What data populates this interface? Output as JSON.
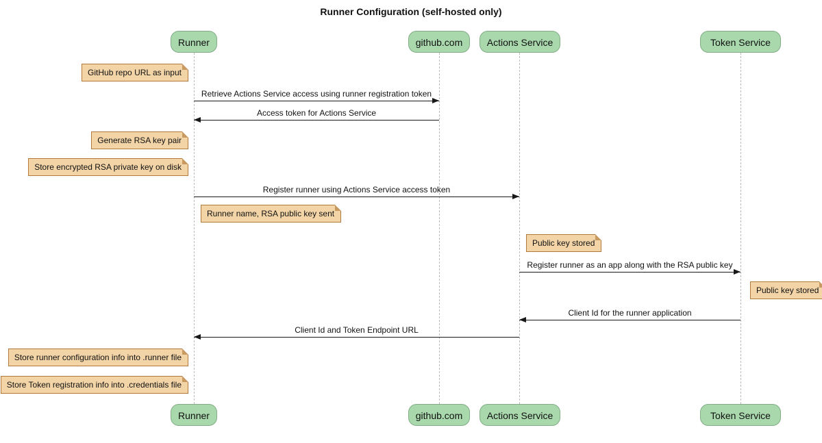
{
  "title": "Runner Configuration (self-hosted only)",
  "colors": {
    "participant_fill": "#A9D8AD",
    "participant_border": "#82AC86",
    "note_fill": "#F2D4A7",
    "note_border": "#B0793E",
    "note_fold": "#C89A62",
    "lifeline": "#BBBBBB",
    "arrow": "#181818",
    "text": "#111111"
  },
  "participants": [
    {
      "label": "Runner"
    },
    {
      "label": "github.com"
    },
    {
      "label": "Actions Service"
    },
    {
      "label": "Token Service"
    }
  ],
  "notes": [
    {
      "text": "GitHub repo URL as input",
      "side": "left",
      "of": "Runner"
    },
    {
      "text": "Generate RSA key pair",
      "side": "left",
      "of": "Runner"
    },
    {
      "text": "Store encrypted RSA private key on disk",
      "side": "left",
      "of": "Runner"
    },
    {
      "text": "Runner name, RSA public key sent",
      "side": "right",
      "of": "Runner"
    },
    {
      "text": "Public key stored",
      "side": "right",
      "of": "Actions Service"
    },
    {
      "text": "Public key stored",
      "side": "right",
      "of": "Token Service"
    },
    {
      "text": "Store runner configuration info into .runner file",
      "side": "left",
      "of": "Runner"
    },
    {
      "text": "Store Token registration info into .credentials file",
      "side": "left",
      "of": "Runner"
    }
  ],
  "messages": [
    {
      "text": "Retrieve Actions Service access using runner registration token",
      "from": "Runner",
      "to": "github.com"
    },
    {
      "text": "Access token for Actions Service",
      "from": "github.com",
      "to": "Runner"
    },
    {
      "text": "Register runner using Actions Service access token",
      "from": "Runner",
      "to": "Actions Service"
    },
    {
      "text": "Register runner as an app along with the RSA public key",
      "from": "Actions Service",
      "to": "Token Service"
    },
    {
      "text": "Client Id for the runner application",
      "from": "Token Service",
      "to": "Actions Service"
    },
    {
      "text": "Client Id and Token Endpoint URL",
      "from": "Actions Service",
      "to": "Runner"
    }
  ]
}
